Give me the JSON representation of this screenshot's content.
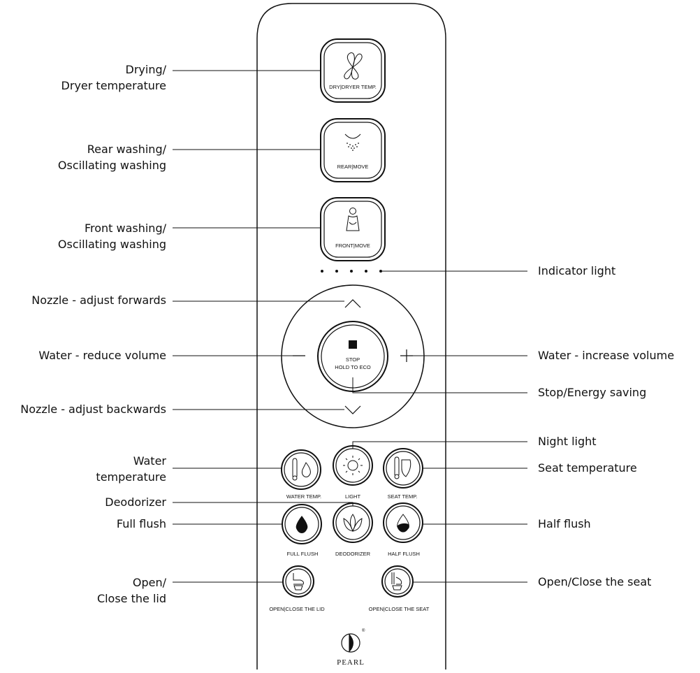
{
  "remote": {
    "buttons": {
      "dry": "DRY|DRYER TEMP.",
      "rear": "REAR|MOVE",
      "front": "FRONT|MOVE",
      "stop_line1": "STOP",
      "stop_line2": "HOLD TO ECO",
      "water_temp": "WATER TEMP.",
      "light": "LIGHT",
      "seat_temp": "SEAT TEMP.",
      "full_flush": "FULL FLUSH",
      "deodorizer": "DEODORIZER",
      "half_flush": "HALF FLUSH",
      "open_lid": "OPEN|CLOSE THE LID",
      "open_seat": "OPEN|CLOSE THE SEAT"
    },
    "brand": "PEARL",
    "trademark": "®"
  },
  "callouts": {
    "drying": [
      "Drying/",
      "Dryer temperature"
    ],
    "rear_washing": [
      "Rear washing/",
      "Oscillating washing"
    ],
    "front_washing": [
      "Front washing/",
      "Oscillating washing"
    ],
    "indicator_light": [
      "Indicator light"
    ],
    "nozzle_forwards": [
      "Nozzle - adjust forwards"
    ],
    "water_reduce": [
      "Water - reduce volume"
    ],
    "water_increase": [
      "Water - increase volume"
    ],
    "stop_energy": [
      "Stop/Energy saving"
    ],
    "nozzle_backwards": [
      "Nozzle - adjust backwards"
    ],
    "night_light": [
      "Night light"
    ],
    "water_temperature": [
      "Water",
      "temperature"
    ],
    "seat_temperature": [
      "Seat temperature"
    ],
    "deodorizer": [
      "Deodorizer"
    ],
    "full_flush": [
      "Full flush"
    ],
    "half_flush": [
      "Half flush"
    ],
    "open_close_lid": [
      "Open/",
      "Close the lid"
    ],
    "open_close_seat": [
      "Open/Close the seat"
    ]
  }
}
